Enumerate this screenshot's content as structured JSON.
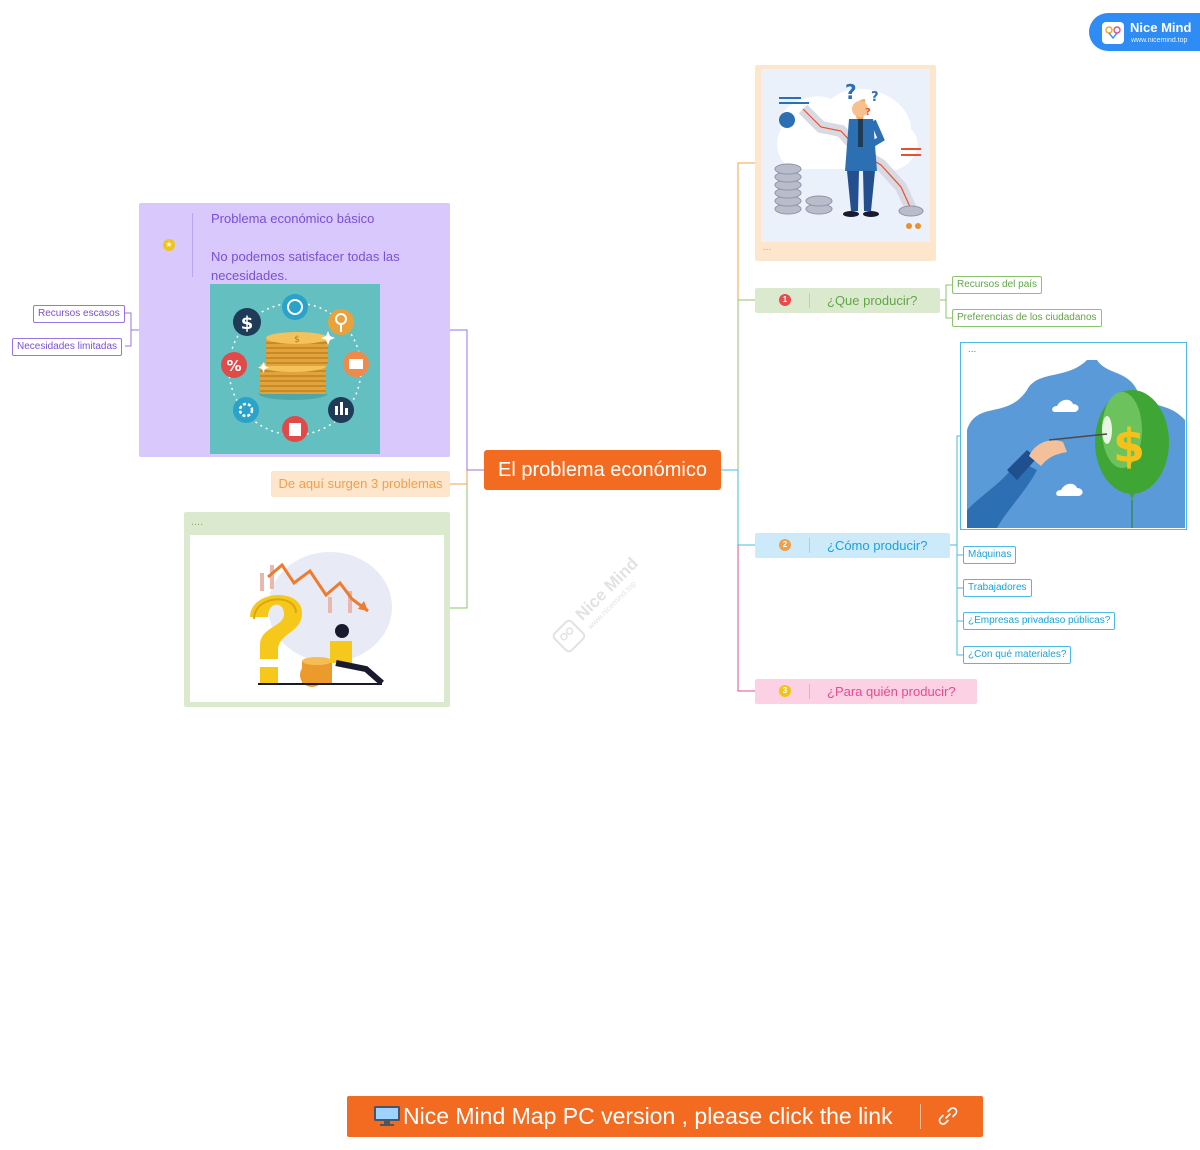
{
  "brand": {
    "name": "Nice Mind",
    "url": "www.nicemind.top",
    "accent": "#2f8cf5"
  },
  "root": {
    "label": "El problema económico",
    "color": "#f26b21"
  },
  "left": {
    "main_card": {
      "title": "Problema económico básico",
      "description": "No podemos satisfacer todas las necesidades.",
      "icon": "star-icon",
      "color": "#d8c8fb"
    },
    "children": [
      "Recursos escasos",
      "Necesidades limitadas"
    ],
    "problems_branch": {
      "label": "De aquí surgen 3 problemas",
      "color": "#fde6cc"
    },
    "image_card": {
      "note": "...."
    }
  },
  "right": {
    "image_card": {
      "note": "..."
    },
    "branches": [
      {
        "number": "1",
        "label": "¿Que producir?",
        "children": [
          "Recursos del país",
          "Preferencias de los ciudadanos"
        ]
      },
      {
        "number": "2",
        "label": "¿Cómo producir?",
        "image_note": "...",
        "children": [
          "Máquinas",
          "Trabajadores",
          "¿Empresas privadaso públicas?",
          "¿Con qué materiales?"
        ]
      },
      {
        "number": "3",
        "label": "¿Para quién producir?"
      }
    ]
  },
  "watermark": {
    "title": "Nice Mind",
    "url": "www.nicemind.top"
  },
  "footer": {
    "label": "Nice Mind Map PC version , please click the link",
    "color": "#f26b21"
  }
}
